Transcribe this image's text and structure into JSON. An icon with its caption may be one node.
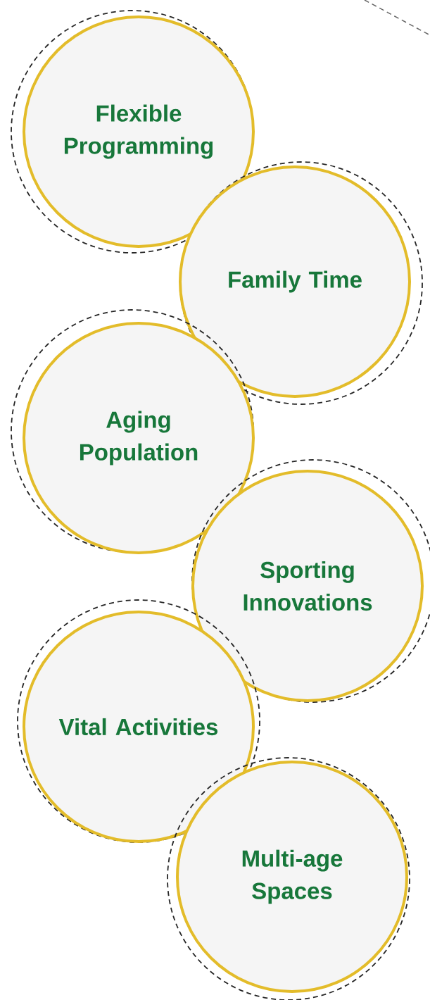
{
  "diagram": {
    "nodes": [
      {
        "text": [
          "Flexible Programming"
        ]
      },
      {
        "text": [
          "Family Time"
        ]
      },
      {
        "text": [
          "Aging Population"
        ]
      },
      {
        "text": [
          "Sporting Innovations"
        ]
      },
      {
        "text": [
          "Vital Activities"
        ]
      },
      {
        "text": [
          "Multi-age Spaces"
        ]
      }
    ]
  }
}
